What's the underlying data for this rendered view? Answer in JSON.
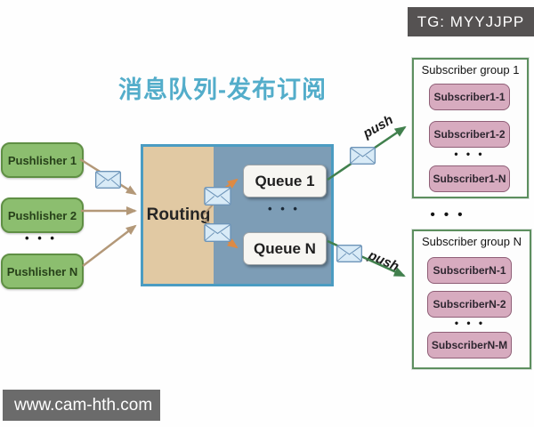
{
  "badge": {
    "label": "TG: MYYJJPP"
  },
  "title": {
    "text": "消息队列-发布订阅"
  },
  "watermark": {
    "text": "www.cam-hth.com"
  },
  "publishers": {
    "items": [
      {
        "label": "Pushlisher 1"
      },
      {
        "label": "Pushlisher 2"
      },
      {
        "label": "Pushlisher N"
      }
    ],
    "ellipsis": "• • •"
  },
  "broker": {
    "routing_label": "Routing",
    "queues": [
      {
        "label": "Queue 1"
      },
      {
        "label": "Queue N"
      }
    ],
    "ellipsis": "• • •"
  },
  "push_arrows": {
    "top_label": "push",
    "bottom_label": "push"
  },
  "subscriber_groups": {
    "ellipsis_between": "• • •",
    "group1": {
      "title": "Subscriber group 1",
      "items": [
        "Subscriber1-1",
        "Subscriber1-2",
        "Subscriber1-N"
      ],
      "ellipsis": "• • •"
    },
    "groupN": {
      "title": "Subscriber group N",
      "items": [
        "SubscriberN-1",
        "SubscriberN-2",
        "SubscriberN-M"
      ],
      "ellipsis": "• • •"
    }
  },
  "colors": {
    "title_teal": "#53adca",
    "publisher_green": "#8cbe6f",
    "publisher_border": "#5f8f44",
    "broker_fill": "#7d9db6",
    "broker_border": "#4b9cc2",
    "routing_tan": "#e1c9a3",
    "queue_fill": "#f7f6f2",
    "subscriber_pink": "#d7abbf",
    "subscriber_pink_border": "#8f5f77",
    "group_border": "#5d8f5f",
    "arrow_tan": "#b39878",
    "arrow_orange": "#dd8a44",
    "arrow_green": "#41804d",
    "envelope_fill": "#d9ebf7",
    "envelope_stroke": "#6d94b8",
    "badge_bg": "#555252",
    "watermark_bg": "#6b6b6b"
  }
}
